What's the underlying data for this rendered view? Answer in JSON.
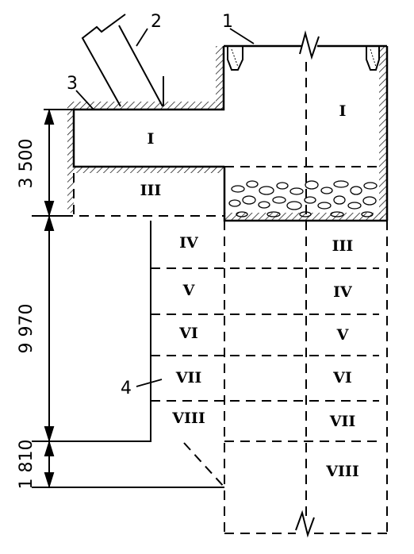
{
  "callouts": {
    "c1": "1",
    "c2": "2",
    "c3": "3",
    "c4": "4"
  },
  "dimensions": {
    "d1": "3 500",
    "d2": "9 970",
    "d3": "1 810"
  },
  "left_stages": [
    "I",
    "III",
    "IV",
    "V",
    "VI",
    "VII",
    "VIII"
  ],
  "right_stages": [
    "I",
    "III",
    "IV",
    "V",
    "VI",
    "VII",
    "VIII"
  ],
  "colors": {
    "line": "#000000",
    "background": "#ffffff"
  }
}
